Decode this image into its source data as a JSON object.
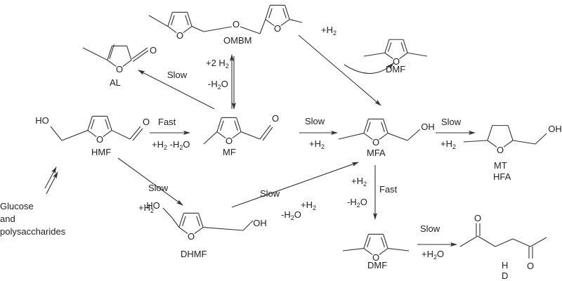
{
  "compounds": {
    "ombm": "OMBM",
    "al": "AL",
    "hmf": "HMF",
    "mf": "MF",
    "mfa": "MFA",
    "mthfa_line1": "MT",
    "mthfa_line2": "HFA",
    "dmf_top": "DMF",
    "dmf_bottom": "DMF",
    "dhmf": "DHMF",
    "hd_line1": "H",
    "hd_line2": "D",
    "source": [
      "Glucose",
      "and",
      "polysaccharides"
    ]
  },
  "atoms": {
    "o": "O",
    "oh": "OH",
    "ho": "HO"
  },
  "conditions": {
    "mf_to_al": "Slow",
    "ombm_plus_h2": "+2 H",
    "ombm_minus_h2o": "-H",
    "ombm_to_dmf": "+H",
    "hmf_to_mf_rate": "Fast",
    "hmf_to_mf_reagents": "+H",
    "hmf_to_mf_water": "-H",
    "mf_to_mfa_rate": "Slow",
    "mf_to_mfa_reagent": "+H",
    "mfa_to_mthfa_rate": "Slow",
    "mfa_to_mthfa_reagent": "+H",
    "hmf_to_dhmf_rate": "Slow",
    "hmf_to_dhmf_reagent": "+H",
    "dhmf_to_mfa_rate": "Slow",
    "dhmf_to_mfa_reagent": "+H",
    "dhmf_to_mfa_water": "-H",
    "mfa_to_dmf_reagent": "+H",
    "mfa_to_dmf_water": "-H",
    "mfa_to_dmf_rate": "Fast",
    "dmf_to_hd_rate": "Slow",
    "dmf_to_hd_reagent": "+H",
    "sub2": "2",
    "o_suffix": "O"
  }
}
